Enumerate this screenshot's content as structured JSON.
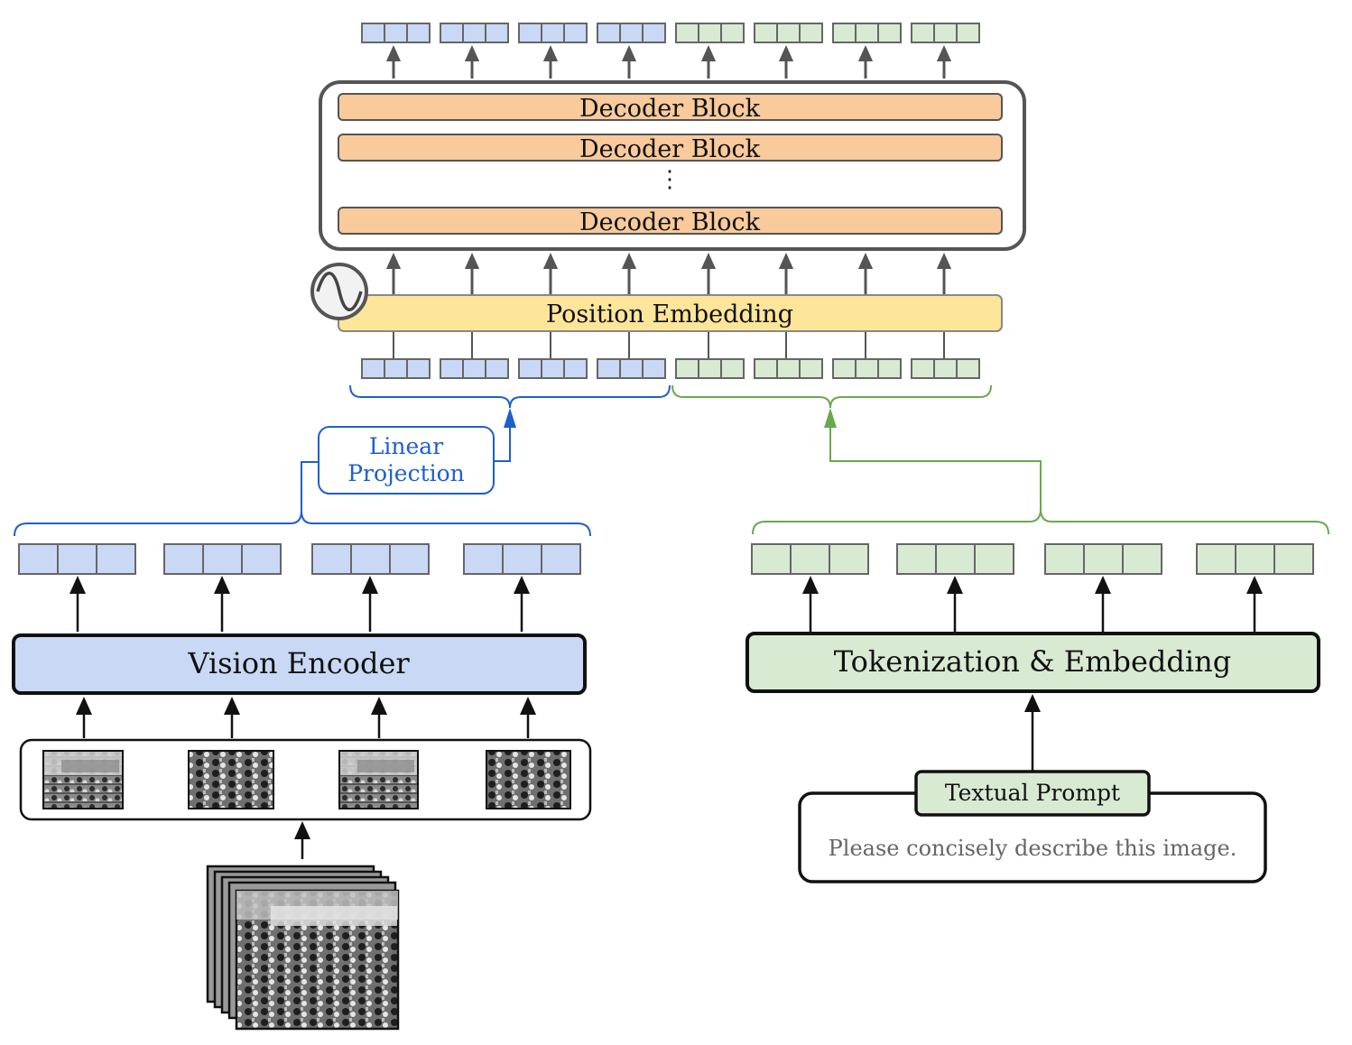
{
  "decoder": {
    "block1": "Decoder Block",
    "block2": "Decoder Block",
    "block_last": "Decoder Block",
    "ellipsis": "⋮"
  },
  "position_embedding": {
    "label": "Position Embedding",
    "icon": "sine-wave-icon"
  },
  "linear_projection": {
    "line1": "Linear",
    "line2": "Projection"
  },
  "vision_encoder": {
    "label": "Vision Encoder"
  },
  "text_encoder": {
    "label": "Tokenization & Embedding"
  },
  "prompt": {
    "title": "Textual Prompt",
    "text": "Please concisely describe this image."
  },
  "colors": {
    "visual_token": "#c9d9f5",
    "text_token": "#d9ead3",
    "decoder_block": "#f8ca9c",
    "position_embedding": "#fde59a",
    "vision_encoder": "#c9d9f5",
    "text_encoder": "#d9ead3",
    "visual_path": "#1f5fcc",
    "text_path": "#6aa84f",
    "arrow": "#555555"
  }
}
